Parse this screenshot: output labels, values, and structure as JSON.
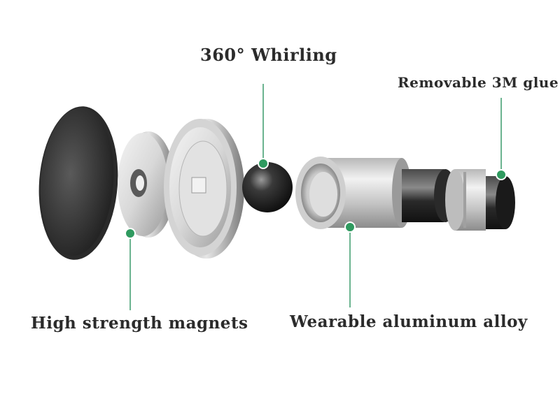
{
  "labels": {
    "whirling": "360° Whirling",
    "glue": "Removable 3M glue",
    "magnets": "High strength magnets",
    "alloy": "Wearable aluminum alloy"
  },
  "colors": {
    "callout_line": "#3a9a6a",
    "callout_dot": "#2f9a5f",
    "text": "#2b2b2b"
  }
}
